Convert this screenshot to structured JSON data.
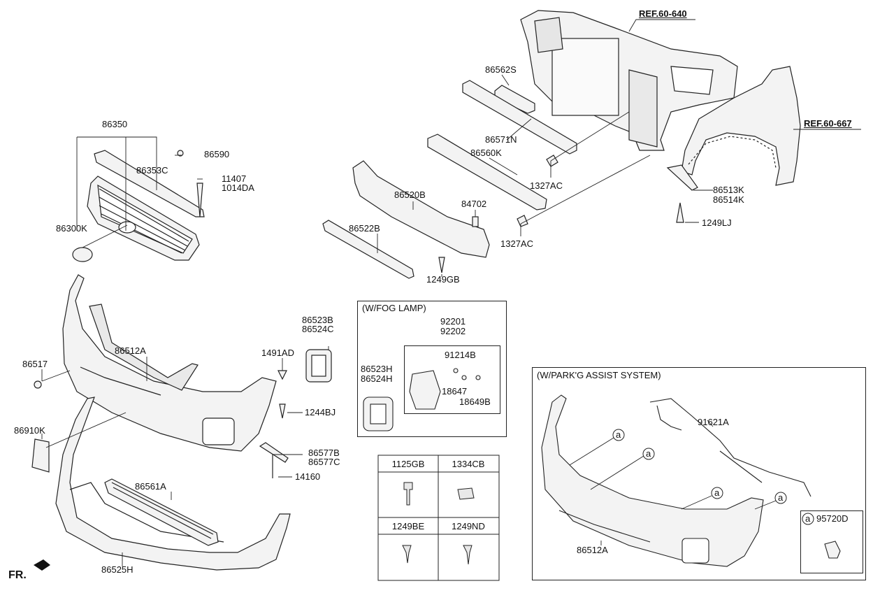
{
  "refs": {
    "ref1": "REF.60-640",
    "ref2": "REF.60-667"
  },
  "parts": {
    "p86350": "86350",
    "p86353C": "86353C",
    "p86590": "86590",
    "p11407": "11407",
    "p1014DA": "1014DA",
    "p86300K": "86300K",
    "p86562S": "86562S",
    "p86571N": "86571N",
    "p86560K": "86560K",
    "p1327AC_a": "1327AC",
    "p1327AC_b": "1327AC",
    "p86520B": "86520B",
    "p84702": "84702",
    "p86522B": "86522B",
    "p1249GB": "1249GB",
    "p86513K": "86513K",
    "p86514K": "86514K",
    "p1249LJ": "1249LJ",
    "p86523B": "86523B",
    "p86524C": "86524C",
    "p1491AD": "1491AD",
    "p86517": "86517",
    "p86512A": "86512A",
    "p1244BJ": "1244BJ",
    "p86910K": "86910K",
    "p86577B": "86577B",
    "p86577C": "86577C",
    "p14160": "14160",
    "p86561A": "86561A",
    "p86525H": "86525H"
  },
  "fog_box": {
    "title": "(W/FOG LAMP)",
    "p92201": "92201",
    "p92202": "92202",
    "p91214B": "91214B",
    "p86523H": "86523H",
    "p86524H": "86524H",
    "p18647": "18647",
    "p18649B": "18649B"
  },
  "park_box": {
    "title": "(W/PARK'G ASSIST SYSTEM)",
    "p91621A": "91621A",
    "p86512A": "86512A",
    "marker": "a",
    "sensor_marker": "a",
    "p95720D": "95720D"
  },
  "fastener_table": {
    "cells": [
      "1125GB",
      "1334CB",
      "1249BE",
      "1249ND"
    ]
  },
  "direction": {
    "label": "FR."
  },
  "colors": {
    "line": "#222222",
    "part_fill": "#f4f4f4"
  }
}
